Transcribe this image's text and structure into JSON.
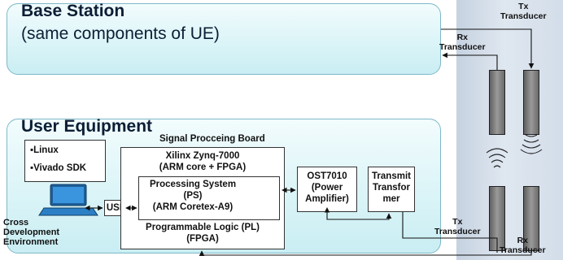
{
  "base_station": {
    "title": "Base Station",
    "subtitle": "(same components of UE)"
  },
  "user_equipment": {
    "title": "User Equipment"
  },
  "signal_board": {
    "label": "Signal Procceing Board",
    "zynq": [
      "Xilinx Zynq-7000",
      "(ARM core + FPGA)"
    ],
    "ps": [
      "Processing System",
      "(PS)",
      "(ARM Coretex-A9)"
    ],
    "pl": [
      "Programmable Logic (PL)",
      "(FPGA)"
    ]
  },
  "software": [
    "Linux",
    "Vivado SDK"
  ],
  "usb_label": "USB",
  "cross_dev": [
    "Cross",
    "Development",
    "Environment"
  ],
  "amplifier": [
    "OST7010",
    "(Power",
    "Amplifier)"
  ],
  "transformer": [
    "Transmit",
    "Transfor",
    "mer"
  ],
  "transducers": {
    "bs_tx": [
      "Tx",
      "Transducer"
    ],
    "bs_rx": [
      "Rx",
      "Transducer"
    ],
    "ue_tx": [
      "Tx",
      "Transducer"
    ],
    "ue_rx": [
      "Rx",
      "Transducer"
    ]
  },
  "colors": {
    "panel_border": "#7fb8c8",
    "panel_fill": "#c9eef3",
    "title_text": "#0c1e35",
    "laptop_blue": "#2b7fc4",
    "wall": "#d3dde9"
  },
  "icons": [
    "laptop-icon",
    "acoustic-wave-icon"
  ]
}
